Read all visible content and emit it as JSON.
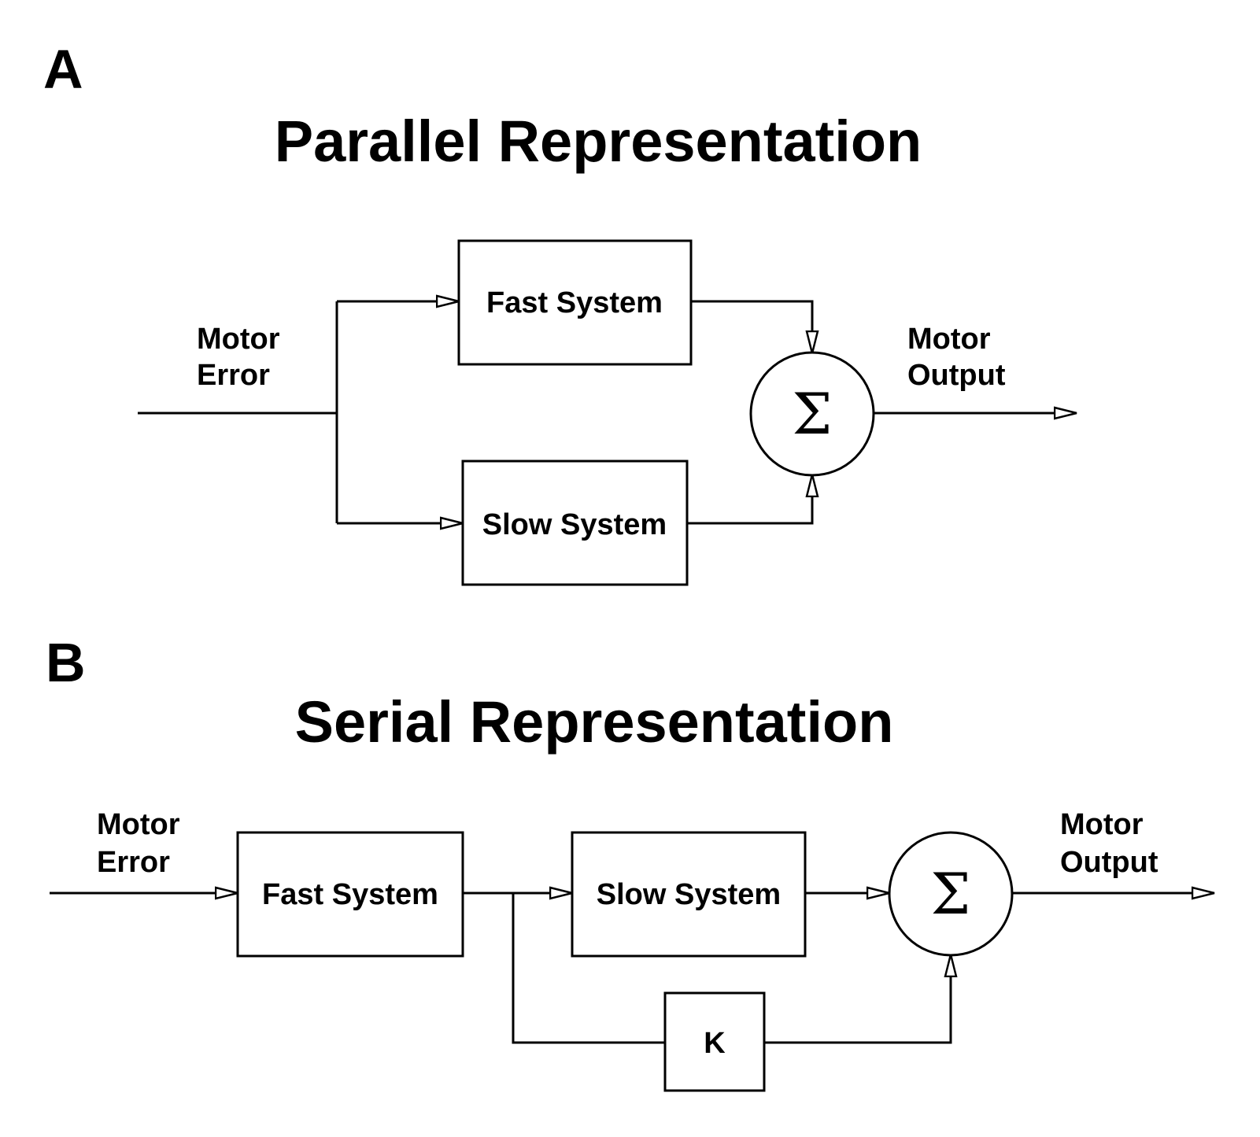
{
  "panel_a": {
    "letter": "A",
    "title": "Parallel Representation",
    "input_label_line1": "Motor",
    "input_label_line2": "Error",
    "output_label_line1": "Motor",
    "output_label_line2": "Output",
    "fast_block": "Fast System",
    "slow_block": "Slow System",
    "sum_symbol": "Σ"
  },
  "panel_b": {
    "letter": "B",
    "title": "Serial Representation",
    "input_label_line1": "Motor",
    "input_label_line2": "Error",
    "output_label_line1": "Motor",
    "output_label_line2": "Output",
    "fast_block": "Fast System",
    "slow_block": "Slow System",
    "gain_block": "K",
    "sum_symbol": "Σ"
  }
}
